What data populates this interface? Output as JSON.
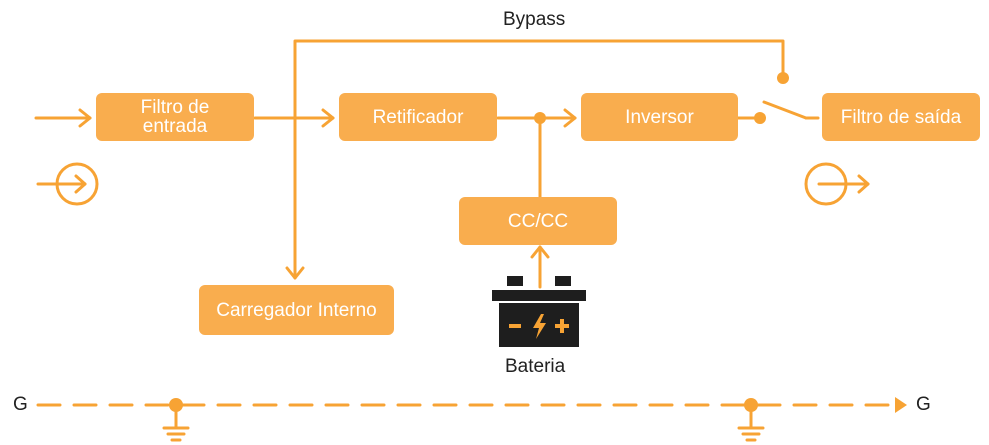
{
  "colors": {
    "accent": "#F7A334",
    "box_fill": "#F9AD4E",
    "box_text": "#FFFFFF",
    "battery_body": "#1E1E1E",
    "text": "#222222"
  },
  "labels": {
    "bypass": "Bypass",
    "input_filter": "Filtro de entrada",
    "rectifier": "Retificador",
    "inverter": "Inversor",
    "output_filter": "Filtro de saída",
    "dcdc": "CC/CC",
    "internal_charger": "Carregador Interno",
    "battery": "Bateria",
    "ground_left": "G",
    "ground_right": "G"
  },
  "icons": {
    "input_symbol": "circle-arrow-in-icon",
    "output_symbol": "circle-arrow-out-icon",
    "battery": "battery-icon",
    "ground": "ground-icon",
    "switch": "bypass-switch-icon"
  }
}
